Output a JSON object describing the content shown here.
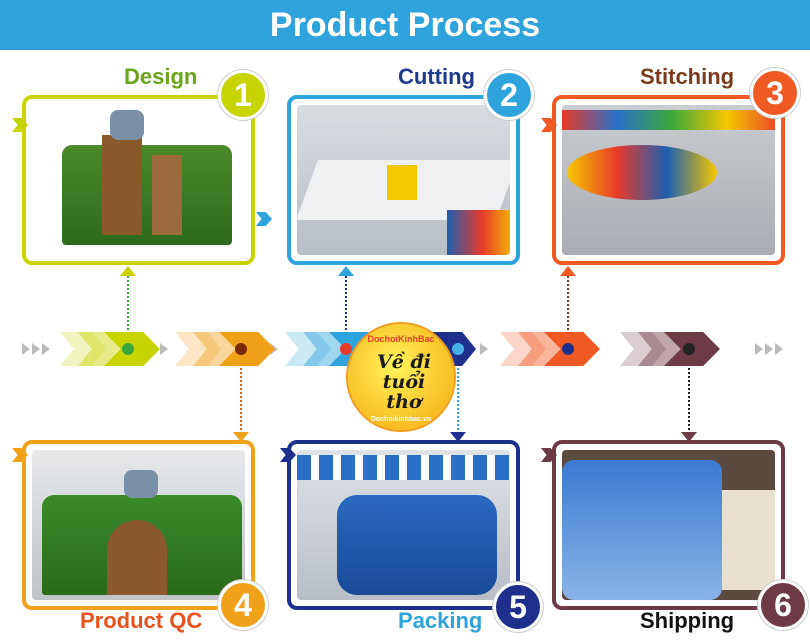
{
  "header": {
    "title": "Product Process"
  },
  "steps": [
    {
      "number": "1",
      "label": "Design",
      "color": "#c8d400",
      "label_color": "#6aa51c"
    },
    {
      "number": "2",
      "label": "Cutting",
      "color": "#2ea3dc",
      "label_color": "#1f3a8a"
    },
    {
      "number": "3",
      "label": "Stitching",
      "color": "#ef5a24",
      "label_color": "#7b3a1c"
    },
    {
      "number": "4",
      "label": "Product QC",
      "color": "#f0a11a",
      "label_color": "#e8531f"
    },
    {
      "number": "5",
      "label": "Packing",
      "color": "#1e2f8c",
      "label_color": "#2ea3dc"
    },
    {
      "number": "6",
      "label": "Shipping",
      "color": "#6e3a45",
      "label_color": "#111111"
    }
  ],
  "logo": {
    "brand_top": "DochoiKinhBac",
    "slogan": "Về đi tuổi thơ",
    "website": "Dochoikinhbac.vn"
  }
}
